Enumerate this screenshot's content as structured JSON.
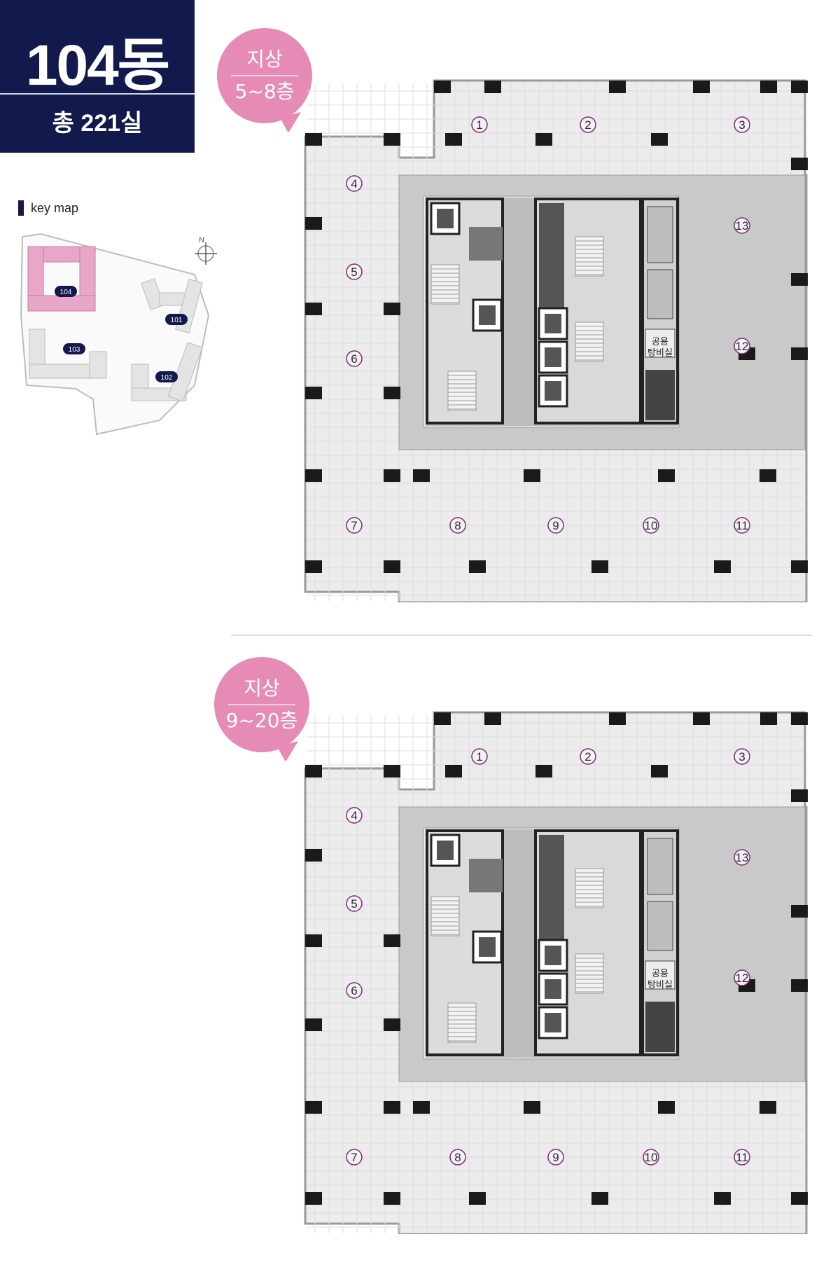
{
  "header": {
    "building": "104동",
    "total_units": "총 221실"
  },
  "keymap": {
    "label": "key map",
    "compass": "N",
    "buildings": [
      "101",
      "102",
      "103",
      "104"
    ],
    "highlight": "104"
  },
  "colors": {
    "navy": "#121a4d",
    "badge_pink": "#e58bb6",
    "unit_circle": "#7a2a78",
    "floor": "#e9e9e9",
    "core_gray": "#bcbcbc"
  },
  "floors": [
    {
      "badge_top": "지상",
      "badge_bottom": "5~8층",
      "unit_numbers": [
        "1",
        "2",
        "3",
        "4",
        "5",
        "6",
        "7",
        "8",
        "9",
        "10",
        "11",
        "12",
        "13"
      ],
      "room_label": [
        "공용",
        "탕비실"
      ]
    },
    {
      "badge_top": "지상",
      "badge_bottom": "9~20층",
      "unit_numbers": [
        "1",
        "2",
        "3",
        "4",
        "5",
        "6",
        "7",
        "8",
        "9",
        "10",
        "11",
        "12",
        "13"
      ],
      "room_label": [
        "공용",
        "탕비실"
      ]
    }
  ]
}
